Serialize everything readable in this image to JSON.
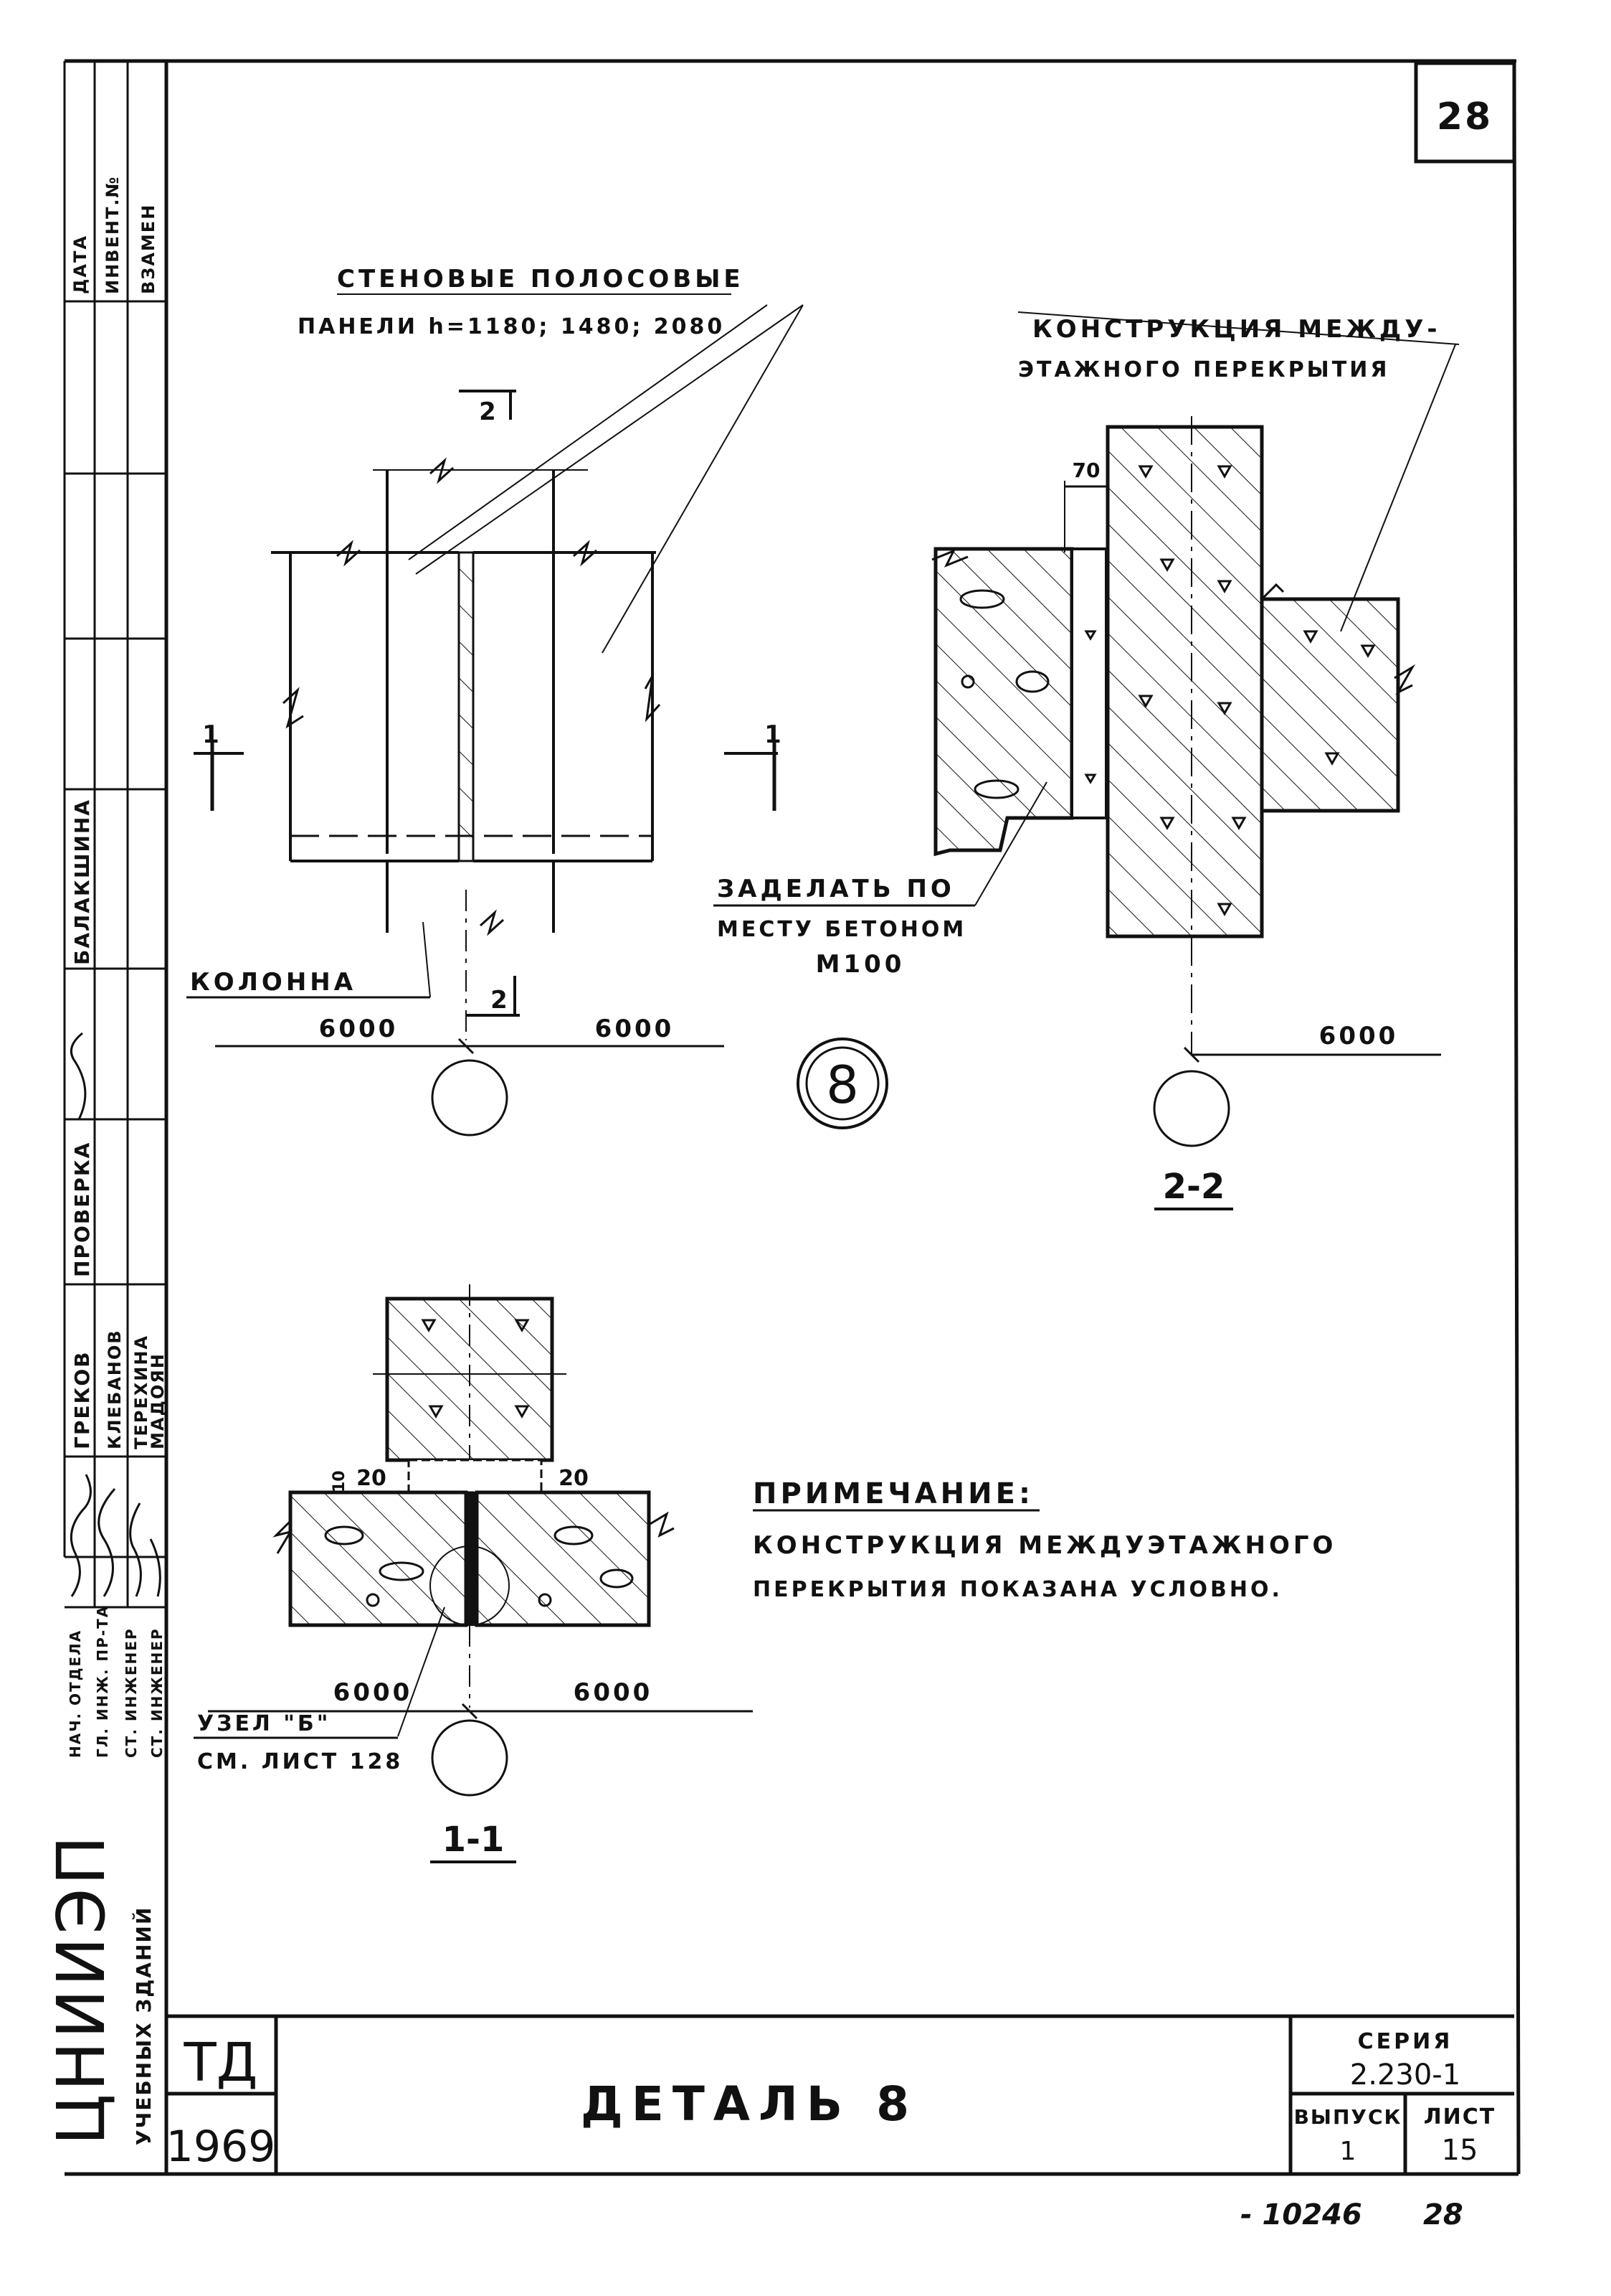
{
  "sheet": {
    "page_number": "28",
    "footer_stamp": "- 10246",
    "footer_page": "28"
  },
  "side_stamp": {
    "header_cells": [
      "ДАТА",
      "ИНВЕНТ.№",
      "ВЗАМЕН"
    ],
    "approver": "БАЛАКШИНА",
    "check_label": "ПРОВЕРКА",
    "author_top": "ГРЕКОВ",
    "names": [
      "КЛЕБАНОВ",
      "ТЕРЕХИНА",
      "МАДОЯН"
    ],
    "roles": [
      "НАЧ. ОТДЕЛА",
      "ГЛ. ИНЖ. ПР-ТА",
      "СТ. ИНЖЕНЕР",
      "СТ. ИНЖЕНЕР"
    ],
    "institute": "ЦНИИЭП",
    "institute_sub": "УЧЕБНЫХ ЗДАНИЙ"
  },
  "drawing": {
    "wall_panels_label_1": "СТЕНОВЫЕ ПОЛОСОВЫЕ",
    "wall_panels_label_2": "ПАНЕЛИ h=1180; 1480; 2080",
    "slab_label_1": "КОНСТРУКЦИЯ МЕЖДУ-",
    "slab_label_2": "ЭТАЖНОГО ПЕРЕКРЫТИЯ",
    "column_label": "КОЛОННА",
    "fill_label_1": "ЗАДЕЛАТЬ ПО",
    "fill_label_2": "МЕСТУ БЕТОНОМ",
    "fill_label_3": "М100",
    "section_2": "2",
    "section_1": "1",
    "detail_number": "8",
    "dim_6000": "6000",
    "dim_70": "70",
    "dim_20": "20",
    "dim_10": "10",
    "section_2_title": "2-2",
    "section_1_title": "1-1",
    "node_label_1": "УЗЕЛ \"Б\"",
    "node_label_2": "СМ. ЛИСТ 128"
  },
  "note": {
    "heading": "ПРИМЕЧАНИЕ:",
    "line1": "КОНСТРУКЦИЯ МЕЖДУЭТАЖНОГО",
    "line2": "ПЕРЕКРЫТИЯ ПОКАЗАНА УСЛОВНО."
  },
  "title_block": {
    "td": "ТД",
    "year": "1969",
    "title": "ДЕТАЛЬ 8",
    "series_label": "СЕРИЯ",
    "series_value": "2.230-1",
    "issue_label": "ВЫПУСК",
    "issue_value": "1",
    "sheet_label": "ЛИСТ",
    "sheet_value": "15"
  }
}
